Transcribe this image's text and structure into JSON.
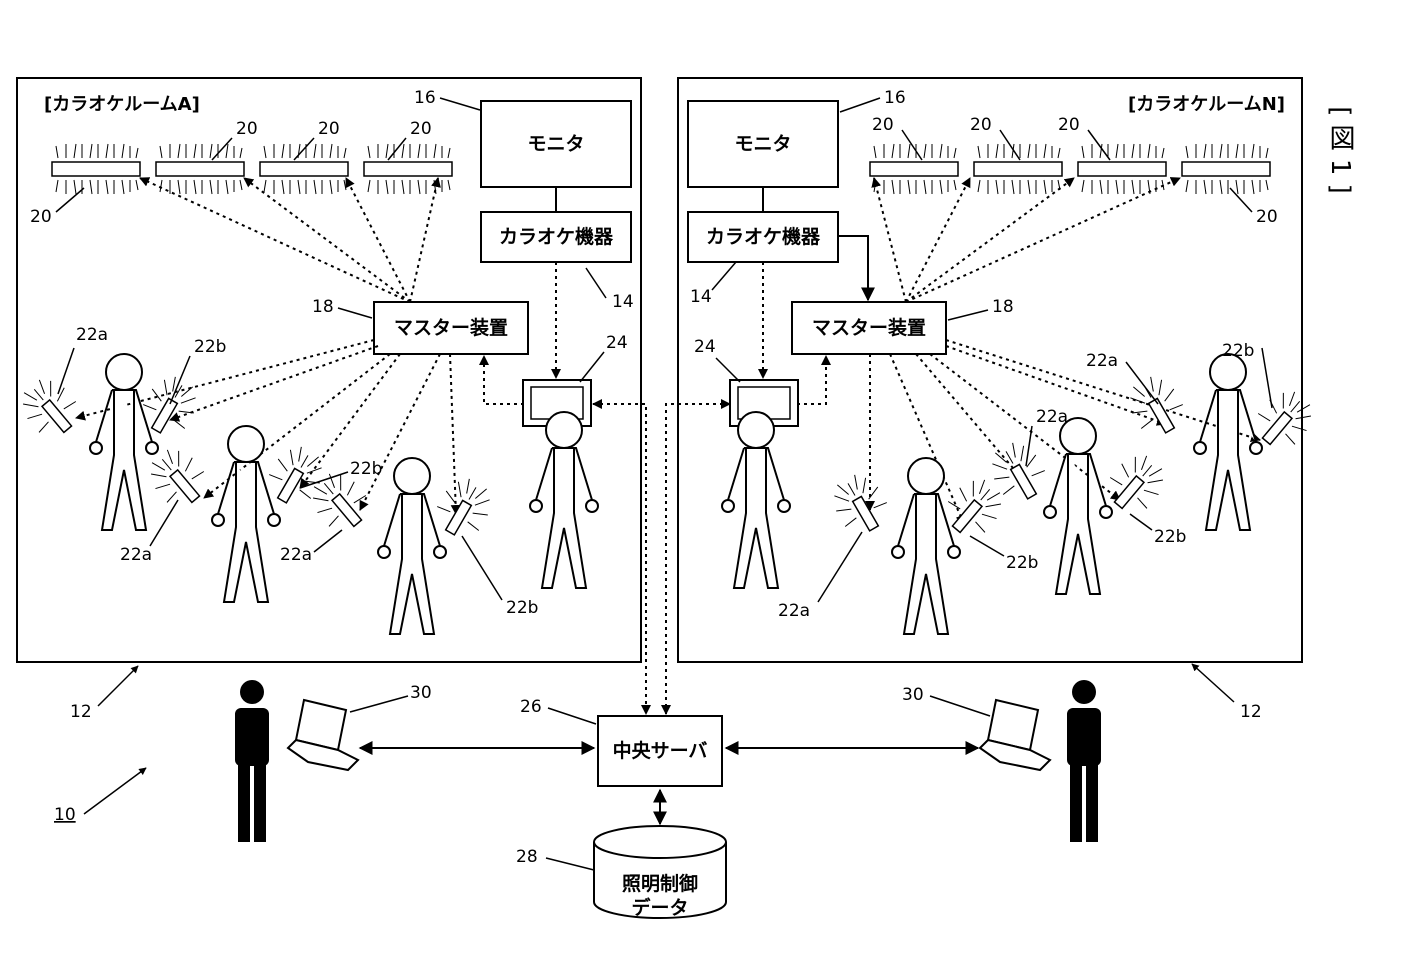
{
  "figure_label": "[ 図 1 ]",
  "rooms": {
    "left_title": "[カラオケルームA]",
    "right_title": "[カラオケルームN]"
  },
  "boxes": {
    "monitor": "モニタ",
    "karaoke": "カラオケ機器",
    "master": "マスター装置",
    "server": "中央サーバ",
    "db_line1": "照明制御",
    "db_line2": "データ"
  },
  "refs": {
    "system": "10",
    "room": "12",
    "karaoke": "14",
    "monitor": "16",
    "master": "18",
    "light": "20",
    "penlight_a": "22a",
    "penlight_b": "22b",
    "terminal": "24",
    "server": "26",
    "database": "28",
    "pc": "30"
  }
}
